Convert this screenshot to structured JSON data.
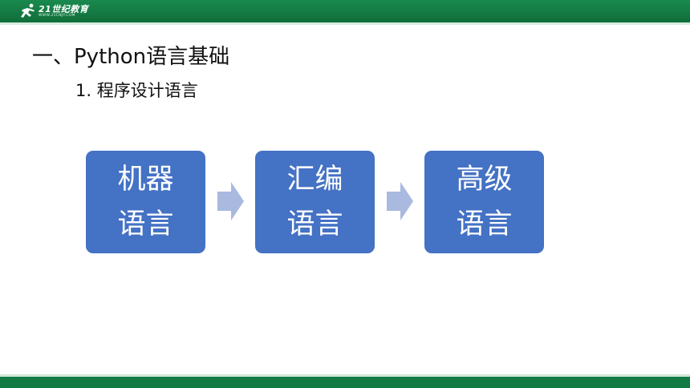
{
  "header": {
    "logo": {
      "main_text": "21世纪教育",
      "sub_text": "WWW.21CNJY.COM",
      "icon": "runner-icon"
    }
  },
  "slide": {
    "title": "一、Python语言基础",
    "subtitle": "1. 程序设计语言",
    "flow": [
      {
        "line1": "机器",
        "line2": "语言"
      },
      {
        "line1": "汇编",
        "line2": "语言"
      },
      {
        "line1": "高级",
        "line2": "语言"
      }
    ],
    "arrow_icon": "right-arrow-icon"
  },
  "colors": {
    "bar_green": "#137a44",
    "box_blue": "#4472c4",
    "arrow_blue": "#a9b9df"
  }
}
